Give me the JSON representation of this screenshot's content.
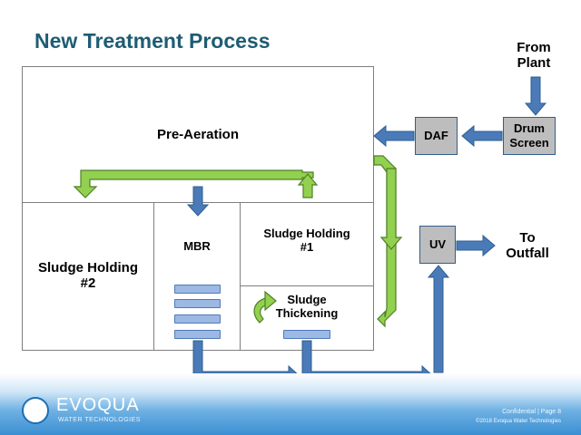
{
  "slide": {
    "title": "New Treatment Process"
  },
  "tank": {
    "pre_aeration": "Pre-Aeration",
    "sludge_holding_2": "Sludge Holding\n#2",
    "mbr": "MBR",
    "sludge_holding_1": "Sludge Holding\n#1",
    "sludge_thickening": "Sludge\nThickening"
  },
  "process": {
    "from_plant": "From\nPlant",
    "drum_screen": "Drum\nScreen",
    "daf": "DAF",
    "uv": "UV",
    "to_outfall": "To\nOutfall"
  },
  "brand": {
    "logo": "EVOQUA",
    "tagline": "WATER TECHNOLOGIES"
  },
  "footer": {
    "confidential": "Confidential | Page 8",
    "copyright": "©2018 Evoqua Water Technologies"
  },
  "colors": {
    "title": "#1f5c73",
    "flow_arrow": "#4a7ab8",
    "recycle_arrow": "#92d050",
    "box_fill": "#bdbdbd"
  }
}
